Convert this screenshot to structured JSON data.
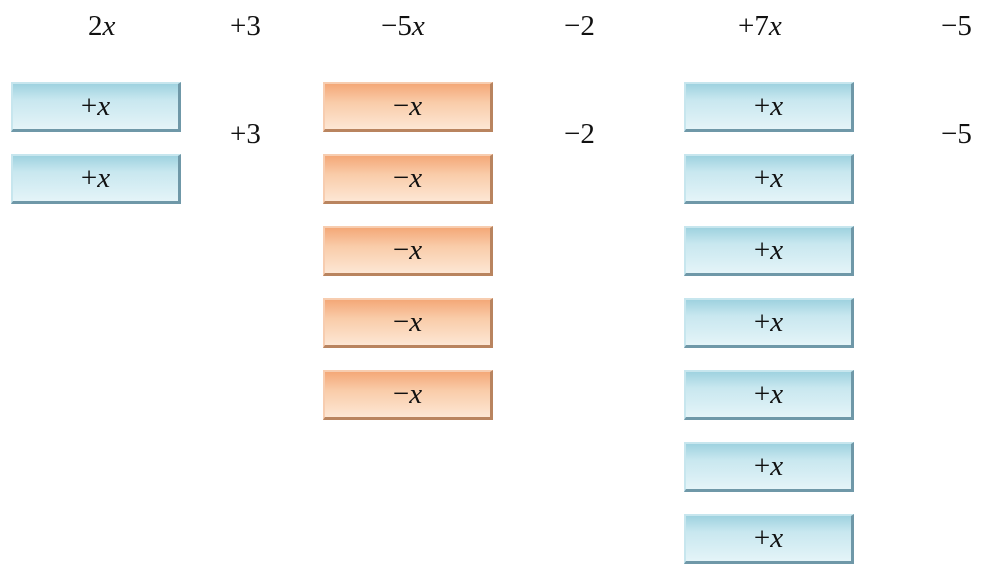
{
  "header": {
    "term1": {
      "coef": "2",
      "var": "x"
    },
    "term2": "+3",
    "term3": {
      "coef": "−5",
      "var": "x"
    },
    "term4": "−2",
    "term5": {
      "coef": "+7",
      "var": "x"
    },
    "term6": "−5"
  },
  "constants": {
    "c1": "+3",
    "c2": "−2",
    "c3": "−5"
  },
  "tiles": {
    "positive": {
      "sign": "+",
      "var": "x",
      "color": "#c8e7ef"
    },
    "negative": {
      "sign": "−",
      "var": "x",
      "color": "#f9cba8"
    }
  }
}
